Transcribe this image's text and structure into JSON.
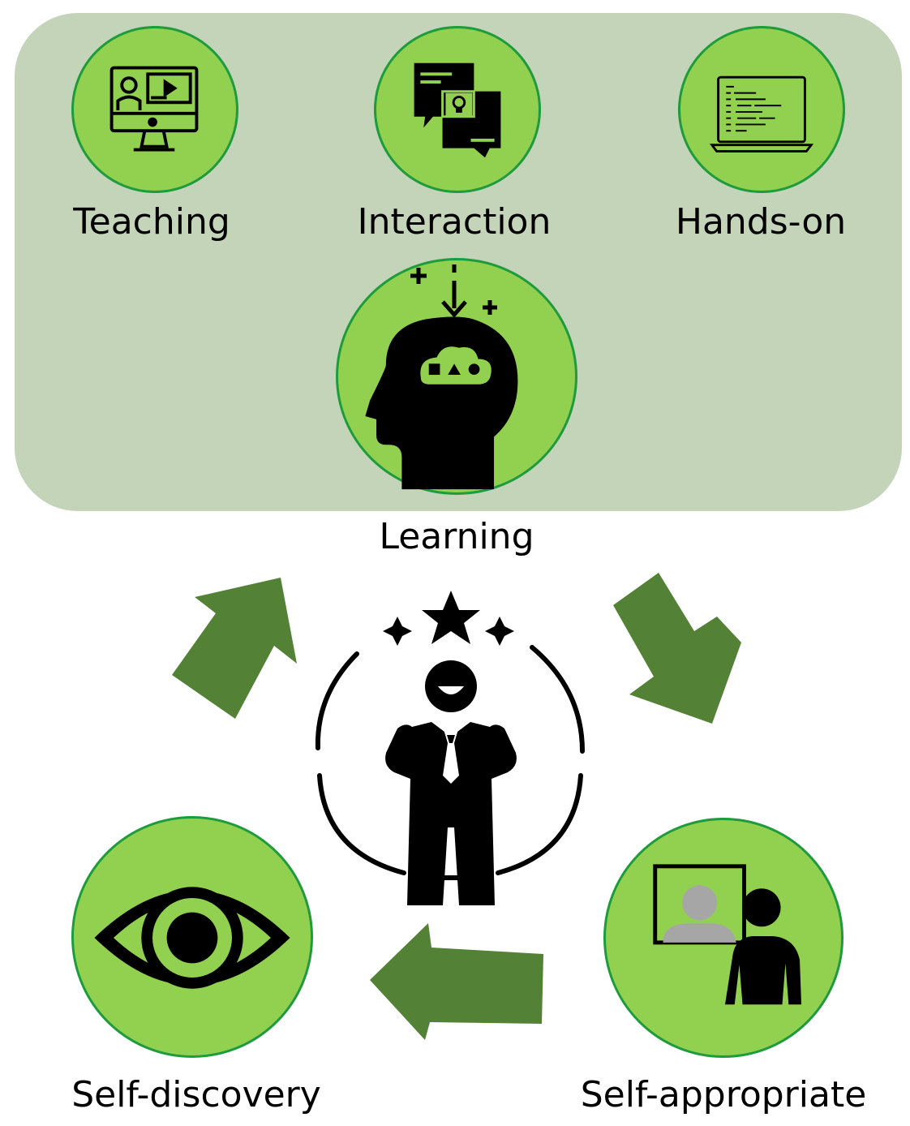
{
  "labels": {
    "teaching": "Teaching",
    "interaction": "Interaction",
    "hands_on": "Hands-on",
    "learning": "Learning",
    "self_discovery": "Self-discovery",
    "self_appropriate": "Self-appropriate"
  },
  "colors": {
    "panel": "#c3d4b9",
    "circle_fill": "#92d050",
    "circle_border": "#1e9b3c",
    "arrow": "#538135",
    "icon": "#000000"
  },
  "icons": {
    "teaching": "monitor-video-teacher-icon",
    "interaction": "chat-bubbles-lightbulb-icon",
    "hands_on": "laptop-code-icon",
    "learning": "head-shapes-icon",
    "center": "confident-person-star-icon",
    "self_discovery": "eye-icon",
    "self_appropriate": "presenter-board-icon"
  }
}
